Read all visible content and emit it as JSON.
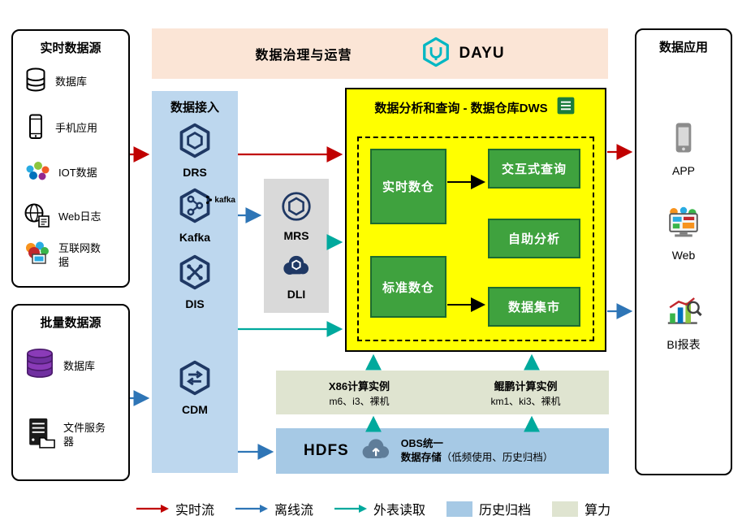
{
  "colors": {
    "realtime_flow": "#c00000",
    "offline_flow": "#2e75b6",
    "external_read": "#00a99d",
    "history_archive_bg": "#a6c9e5",
    "compute_power_bg": "#dfe4d0",
    "dws_bg": "#ffff00",
    "node_green": "#3fa23e",
    "node_green_border": "#1d6b2f",
    "ingest_bg": "#bdd7ee",
    "mrs_dli_bg": "#d9d9d9",
    "banner_bg": "#fbe5d6",
    "service_icon_navy": "#1f3864",
    "dayu_teal": "#00b7c3"
  },
  "realtime_sources": {
    "title": "实时数据源",
    "items": [
      {
        "label": "数据库",
        "icon": "database-icon"
      },
      {
        "label": "手机应用",
        "icon": "phone-icon"
      },
      {
        "label": "IOT数据",
        "icon": "iot-icon"
      },
      {
        "label": "Web日志",
        "icon": "weblog-icon"
      },
      {
        "label": "互联网数据",
        "icon": "internet-data-icon"
      }
    ]
  },
  "batch_sources": {
    "title": "批量数据源",
    "items": [
      {
        "label": "数据库",
        "icon": "purple-database-icon"
      },
      {
        "label": "文件服务器",
        "icon": "file-server-icon"
      }
    ]
  },
  "governance_banner": {
    "title": "数据治理与运营",
    "logo_text": "DAYU"
  },
  "ingest": {
    "title": "数据接入",
    "services": [
      {
        "label": "DRS",
        "icon": "drs-icon"
      },
      {
        "label": "Kafka",
        "icon": "kafka-icon",
        "mark": "kafka"
      },
      {
        "label": "DIS",
        "icon": "dis-icon"
      },
      {
        "label": "CDM",
        "icon": "cdm-icon"
      }
    ]
  },
  "mrs_dli": {
    "services": [
      {
        "label": "MRS",
        "icon": "mrs-icon"
      },
      {
        "label": "DLI",
        "icon": "dli-icon"
      }
    ]
  },
  "dws": {
    "title": "数据分析和查询 - 数据仓库DWS",
    "warehouses": [
      {
        "label": "实时数仓"
      },
      {
        "label": "标准数仓"
      }
    ],
    "services": [
      {
        "label": "交互式查询"
      },
      {
        "label": "自助分析"
      },
      {
        "label": "数据集市"
      }
    ]
  },
  "compute": {
    "x86": {
      "title": "X86计算实例",
      "subtitle": "m6、i3、裸机"
    },
    "kunpeng": {
      "title": "鲲鹏计算实例",
      "subtitle": "km1、ki3、裸机"
    }
  },
  "storage": {
    "hdfs": "HDFS",
    "obs_line1": "OBS统一",
    "obs_line2": "数据存储",
    "obs_note": "（低频使用、历史归档）"
  },
  "applications": {
    "title": "数据应用",
    "items": [
      {
        "label": "APP",
        "icon": "app-phone-icon"
      },
      {
        "label": "Web",
        "icon": "web-monitor-icon"
      },
      {
        "label": "BI报表",
        "icon": "bi-report-icon"
      }
    ]
  },
  "legend": {
    "realtime": "实时流",
    "offline": "离线流",
    "external": "外表读取",
    "archive": "历史归档",
    "compute": "算力"
  }
}
